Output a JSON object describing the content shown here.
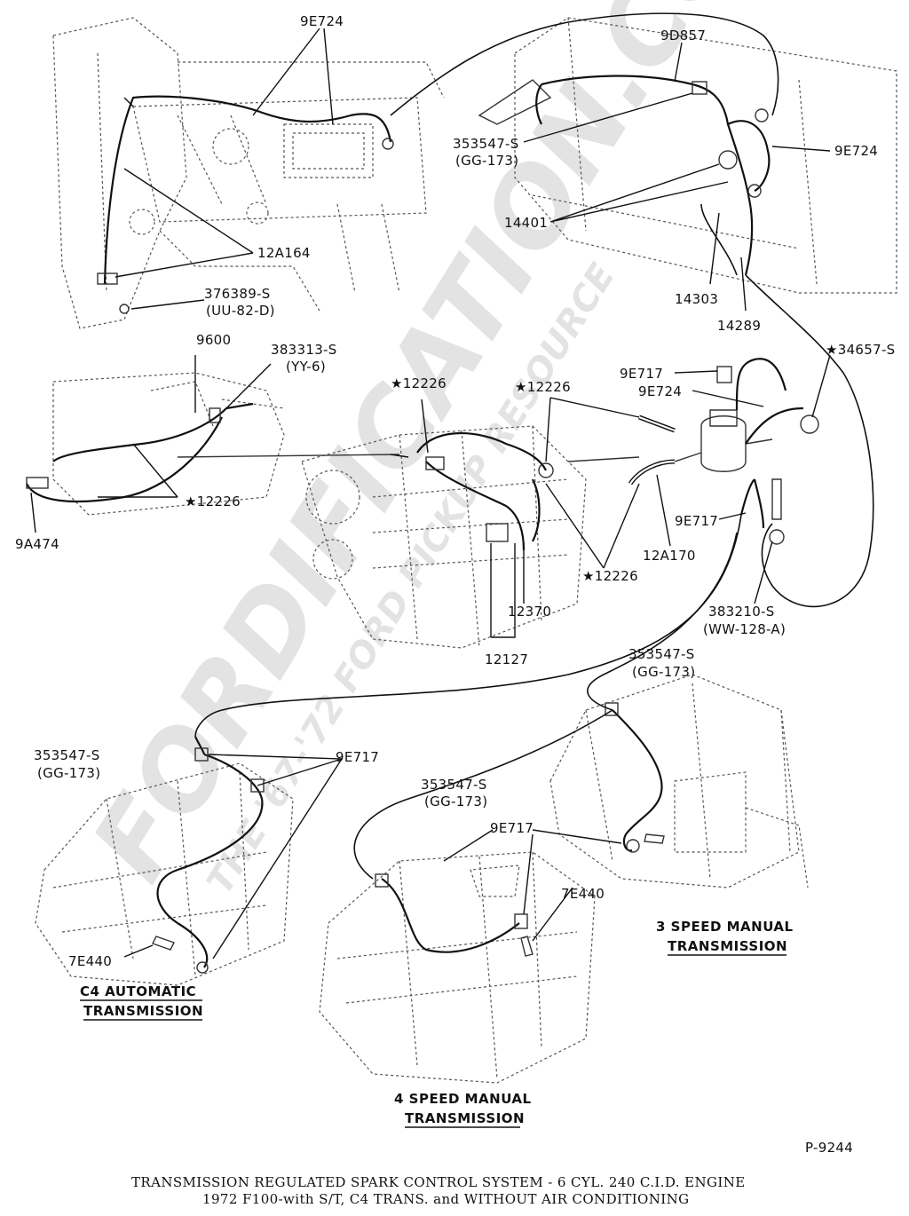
{
  "watermark": {
    "main": "FORDIFICATION.COM",
    "sub": "THE '67-'72 FORD PICKUP RESOURCE"
  },
  "labels": {
    "l_9e724_top": "9E724",
    "l_9d857": "9D857",
    "l_353547_top": "353547-S",
    "l_gg173_top": "(GG-173)",
    "l_9e724_right": "9E724",
    "l_14401": "14401",
    "l_12a164": "12A164",
    "l_376389": "376389-S",
    "l_uu82d": "(UU-82-D)",
    "l_14303": "14303",
    "l_14289": "14289",
    "l_9600": "9600",
    "l_383313": "383313-S",
    "l_yy6": "(YY-6)",
    "l_34657": "★34657-S",
    "l_9e717_a": "9E717",
    "l_9e724_mid": "9E724",
    "l_12226_a": "★12226",
    "l_12226_b": "★12226",
    "l_12226_c": "★12226",
    "l_12226_d": "★12226",
    "l_9a474": "9A474",
    "l_9e717_b": "9E717",
    "l_12a170": "12A170",
    "l_12370": "12370",
    "l_12127": "12127",
    "l_383210": "383210-S",
    "l_ww128a": "(WW-128-A)",
    "l_353547_mid": "353547-S",
    "l_gg173_mid": "(GG-173)",
    "l_353547_left": "353547-S",
    "l_gg173_left": "(GG-173)",
    "l_9e717_c": "9E717",
    "l_353547_c": "353547-S",
    "l_gg173_c": "(GG-173)",
    "l_9e717_d": "9E717",
    "l_7e440_a": "7E440",
    "l_7e440_b": "7E440"
  },
  "sections": {
    "c4_line1": "C4 AUTOMATIC",
    "c4_line2": "TRANSMISSION",
    "m3_line1": "3 SPEED MANUAL",
    "m3_line2": "TRANSMISSION",
    "m4_line1": "4 SPEED MANUAL",
    "m4_line2": "TRANSMISSION"
  },
  "figure_number": "P-9244",
  "caption": {
    "line1": "TRANSMISSION REGULATED SPARK CONTROL SYSTEM - 6 CYL. 240 C.I.D. ENGINE",
    "line2": "1972   F100-with S/T, C4 TRANS. and WITHOUT AIR CONDITIONING"
  }
}
